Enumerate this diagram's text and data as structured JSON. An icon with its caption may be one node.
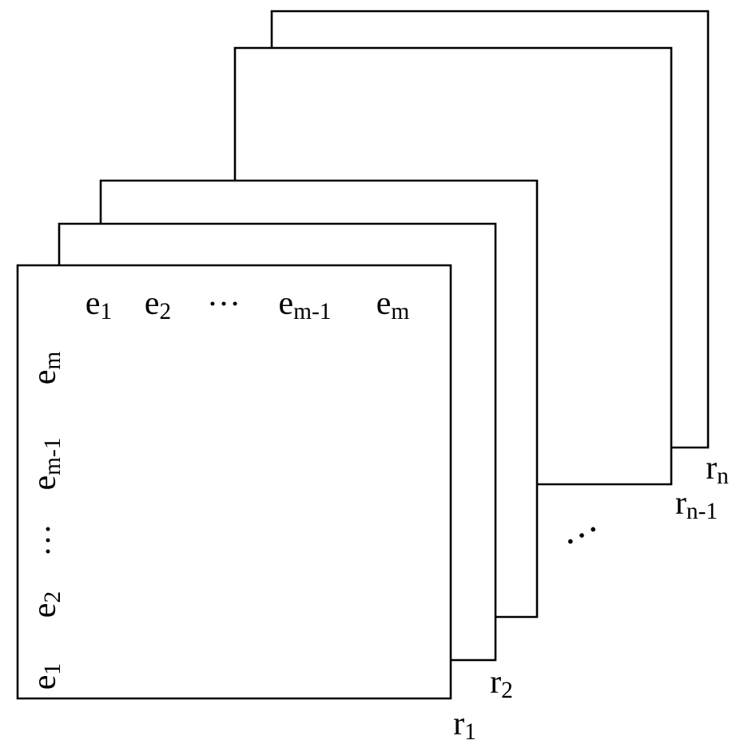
{
  "diagram": {
    "nodes": [
      {
        "text": [],
        "shape": "box",
        "beside": [
          "r$_{n}$"
        ]
      },
      {
        "text": [],
        "shape": "box",
        "beside": [
          "r$_{n-1}$"
        ]
      },
      {
        "text": [],
        "shape": "box"
      },
      {
        "text": [],
        "shape": "box",
        "beside": [
          "r$_{2}$"
        ]
      },
      {
        "text": [
          "e$_{1}$",
          "e$_{2}$",
          "…",
          "e$_{m-1}$",
          "e$_{m}$",
          "e$_{1}$",
          "e$_{2}$",
          "…",
          "e$_{m-1}$",
          "e$_{m}$"
        ],
        "beside": [
          "r$_{1}$"
        ]
      }
    ],
    "labels": [
      "…"
    ]
  }
}
